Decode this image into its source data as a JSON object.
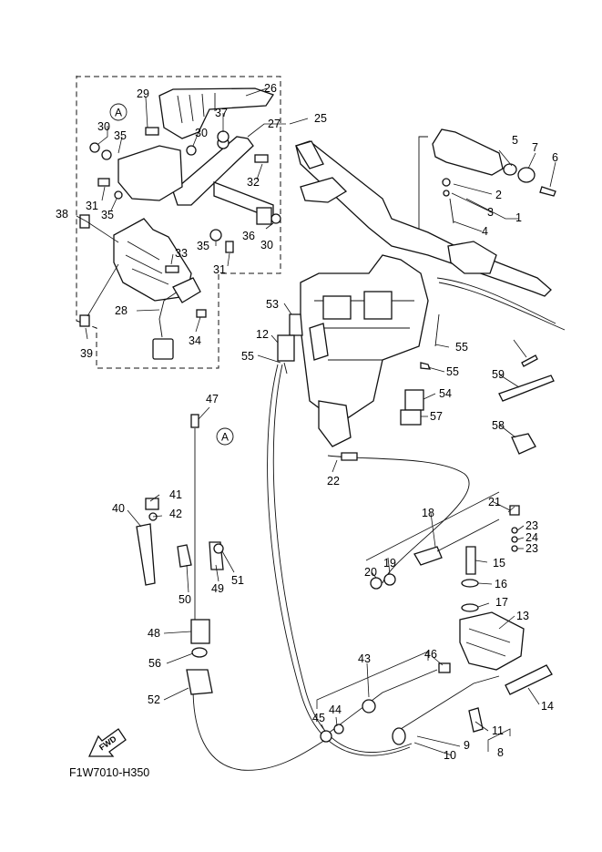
{
  "drawing_code": "F1W7010-H350",
  "fwd_label": "FWD",
  "ref_marker": "A",
  "callouts": [
    "1",
    "2",
    "3",
    "4",
    "5",
    "6",
    "7",
    "8",
    "9",
    "10",
    "11",
    "12",
    "13",
    "14",
    "15",
    "16",
    "17",
    "18",
    "19",
    "20",
    "21",
    "22",
    "23",
    "23",
    "24",
    "25",
    "26",
    "27",
    "28",
    "29",
    "30",
    "30",
    "30",
    "31",
    "31",
    "32",
    "33",
    "34",
    "35",
    "35",
    "35",
    "36",
    "37",
    "38",
    "39",
    "40",
    "41",
    "42",
    "43",
    "44",
    "45",
    "46",
    "47",
    "48",
    "49",
    "50",
    "51",
    "52",
    "53",
    "54",
    "55",
    "55",
    "55",
    "56",
    "57",
    "58",
    "59"
  ]
}
